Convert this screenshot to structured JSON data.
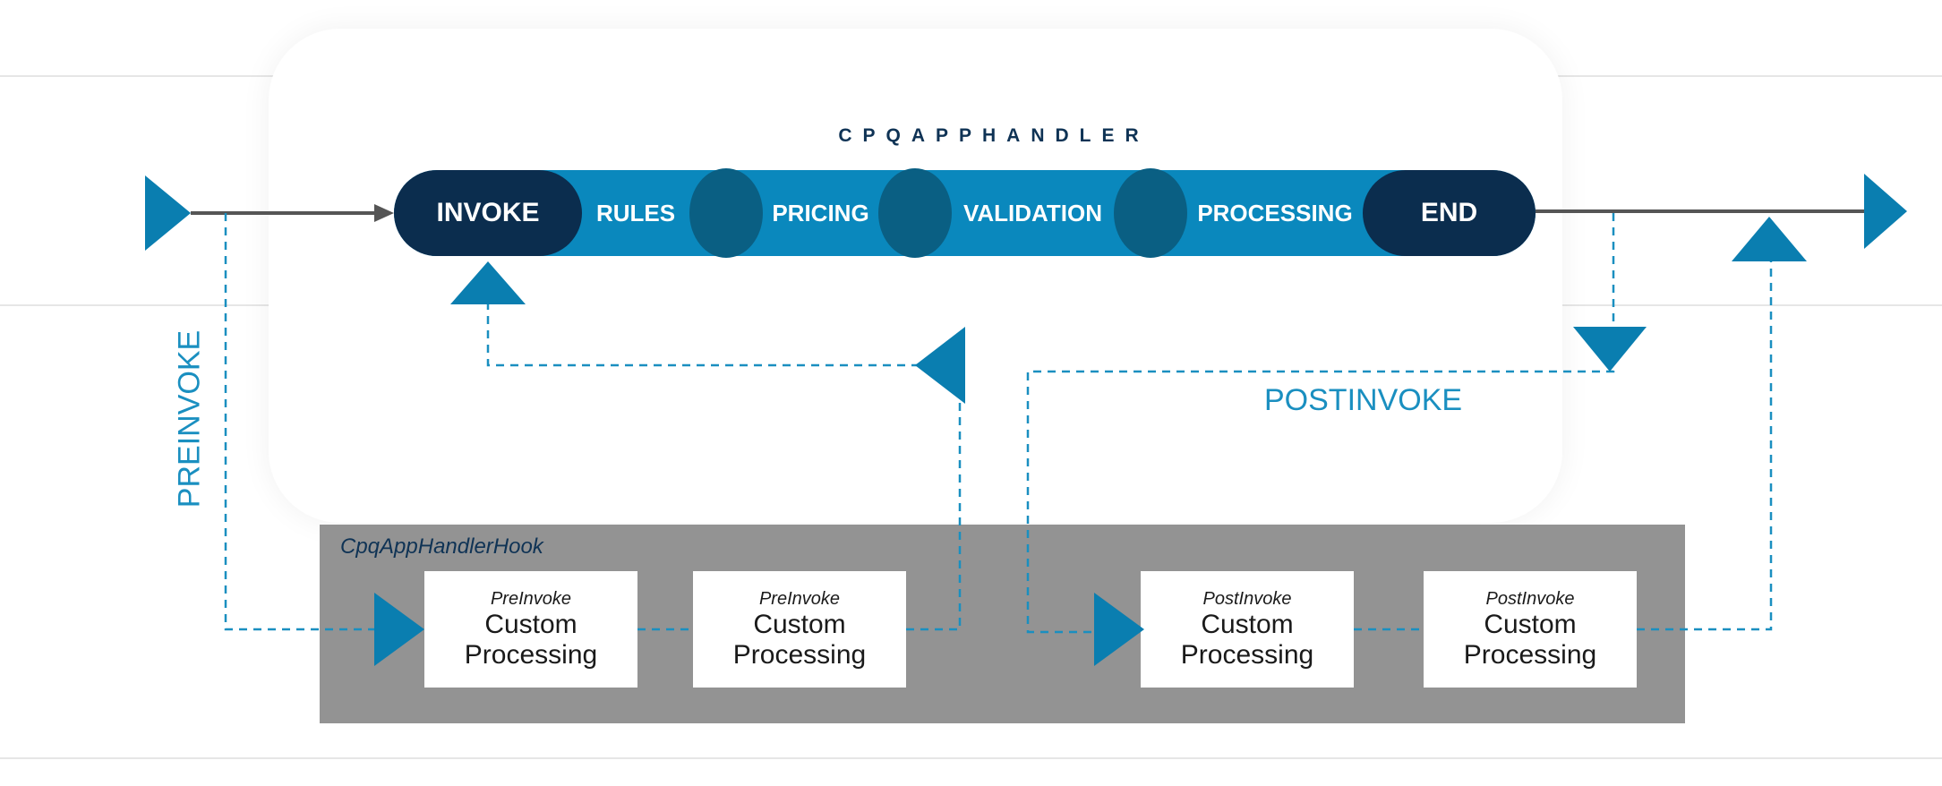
{
  "handler": {
    "title": "CPQAPPHANDLER",
    "start": "INVOKE",
    "end": "END",
    "steps": [
      "RULES",
      "PRICING",
      "VALIDATION",
      "PROCESSING"
    ]
  },
  "hook": {
    "title": "CpqAppHandlerHook",
    "boxes": [
      {
        "phase": "PreInvoke",
        "label": "Custom Processing"
      },
      {
        "phase": "PreInvoke",
        "label": "Custom Processing"
      },
      {
        "phase": "PostInvoke",
        "label": "Custom Processing"
      },
      {
        "phase": "PostInvoke",
        "label": "Custom Processing"
      }
    ]
  },
  "labels": {
    "preinvoke": "PREINVOKE",
    "postinvoke": "POSTINVOKE"
  },
  "colors": {
    "navy": "#0b2d4e",
    "band": "#0a88bd",
    "accent": "#1a8fc0",
    "separator": "#0a5f83",
    "hook_bg": "#939393"
  }
}
